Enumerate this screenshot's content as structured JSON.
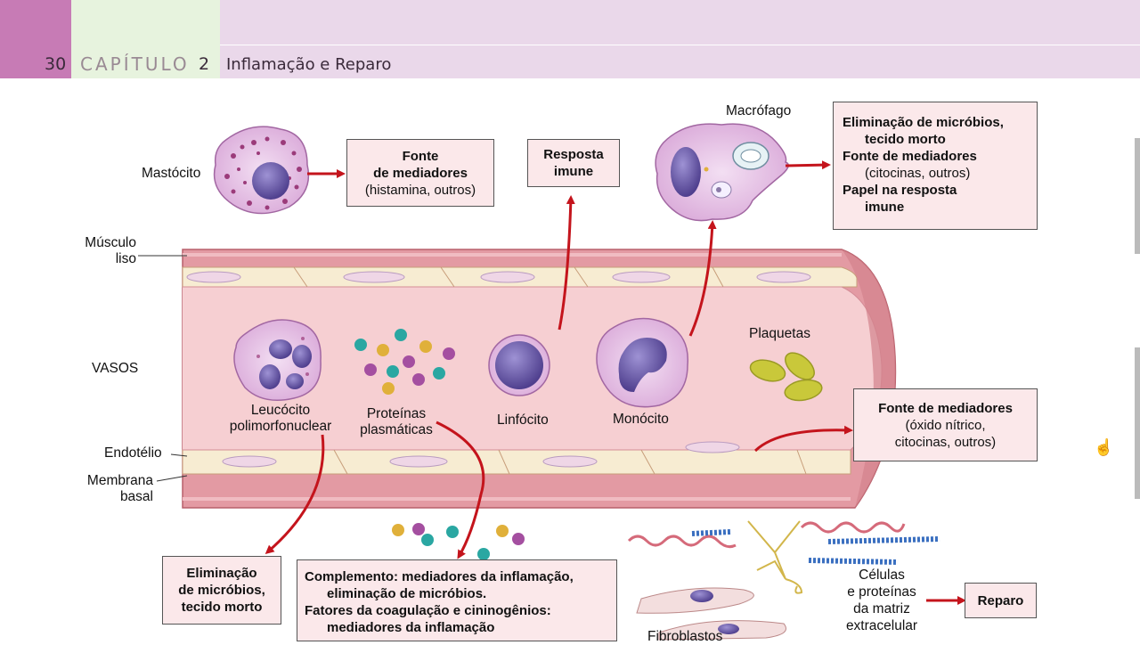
{
  "header": {
    "page_number": "30",
    "chapter_word": "CAPÍTULO",
    "chapter_number": "2",
    "chapter_title": "Inflamação e Reparo"
  },
  "labels": {
    "mastocito": "Mastócito",
    "macrofago": "Macrófago",
    "musculo_line1": "Músculo",
    "musculo_line2": "liso",
    "vasos": "VASOS",
    "endotelio": "Endotélio",
    "membrana_line1": "Membrana",
    "membrana_line2": "basal",
    "leucocito_line1": "Leucócito",
    "leucocito_line2": "polimorfonuclear",
    "proteinas_line1": "Proteínas",
    "proteinas_line2": "plasmáticas",
    "linfocito": "Linfócito",
    "monocito": "Monócito",
    "plaquetas": "Plaquetas",
    "fibroblastos": "Fibroblastos",
    "celulas_line1": "Células",
    "celulas_line2": "e proteínas",
    "celulas_line3": "da matriz",
    "celulas_line4": "extracelular"
  },
  "boxes": {
    "mastocito_box": {
      "line1": "Fonte",
      "line2": "de mediadores",
      "line3": "(histamina, outros)"
    },
    "resposta_box": {
      "line1": "Resposta",
      "line2": "imune"
    },
    "macrofago_box": {
      "line1": "Eliminação de micróbios,",
      "line2": "tecido morto",
      "line3": "Fonte de mediadores",
      "line4": "(citocinas, outros)",
      "line5": "Papel na resposta",
      "line6": "imune"
    },
    "endotelio_box": {
      "line1": "Fonte de mediadores",
      "line2": "(óxido nítrico,",
      "line3": "citocinas, outros)"
    },
    "eliminacao_box": {
      "line1": "Eliminação",
      "line2": "de micróbios,",
      "line3": "tecido morto"
    },
    "complemento_box": {
      "line1a": "Complemento",
      "line1b": ": mediadores da inflamação,",
      "line2": "eliminação de micróbios.",
      "line3": "Fatores da coagulação e cininogênios:",
      "line4": "mediadores da inflamação"
    },
    "reparo_box": {
      "line1": "Reparo"
    }
  },
  "colors": {
    "arrow": "#c4141c",
    "box_fill": "#fbe8ea",
    "vessel_wall": "#e8a0a8",
    "lumen": "#f6cfd2",
    "endothelium": "#f7ecd2",
    "nucleus": "#6b5aa6",
    "cell_cytoplasm": "#e6c4e6",
    "platelets": "#c9c83a"
  }
}
